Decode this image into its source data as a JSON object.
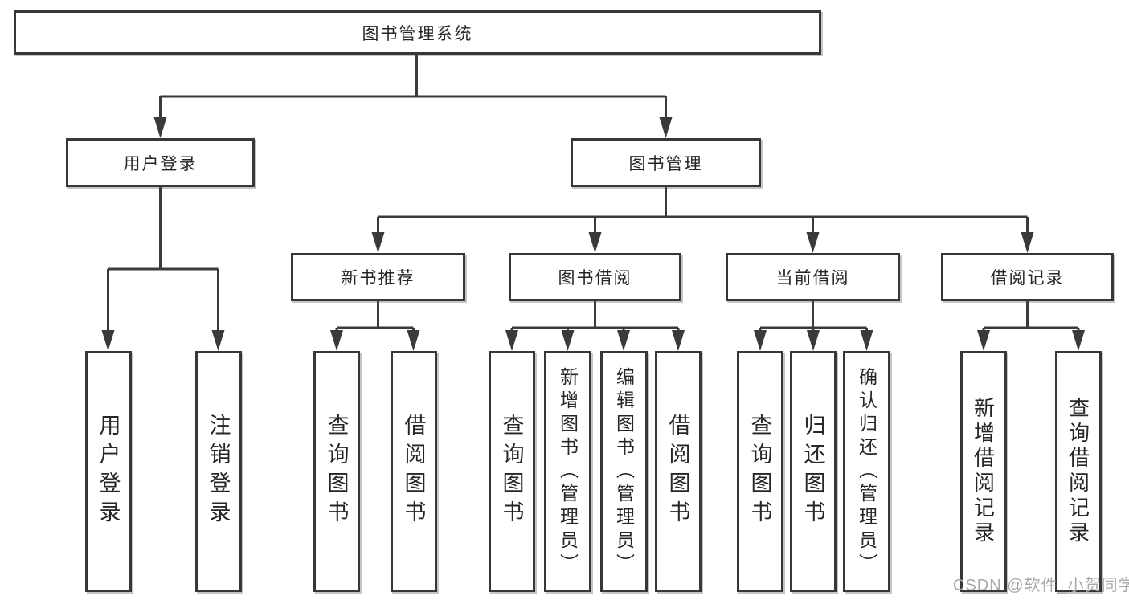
{
  "tree": {
    "label": "图书管理系统",
    "children": [
      {
        "label": "用户登录",
        "children": [
          {
            "label": "用户登录"
          },
          {
            "label": "注销登录"
          }
        ]
      },
      {
        "label": "图书管理",
        "children": [
          {
            "label": "新书推荐",
            "children": [
              {
                "label": "查询图书"
              },
              {
                "label": "借阅图书"
              }
            ]
          },
          {
            "label": "图书借阅",
            "children": [
              {
                "label": "查询图书"
              },
              {
                "label": "新增图书（管理员）"
              },
              {
                "label": "编辑图书（管理员）"
              },
              {
                "label": "借阅图书"
              }
            ]
          },
          {
            "label": "当前借阅",
            "children": [
              {
                "label": "查询图书"
              },
              {
                "label": "归还图书"
              },
              {
                "label": "确认归还（管理员）"
              }
            ]
          },
          {
            "label": "借阅记录",
            "children": [
              {
                "label": "新增借阅记录"
              },
              {
                "label": "查询借阅记录"
              }
            ]
          }
        ]
      }
    ]
  },
  "watermark": {
    "text": "CSDN @软件_小贺同学"
  },
  "colors": {
    "line": "#3a3a3a",
    "box_border": "#373737",
    "box_background": "#ffffff",
    "text": "#262626",
    "watermark": "#a9a9a9"
  }
}
